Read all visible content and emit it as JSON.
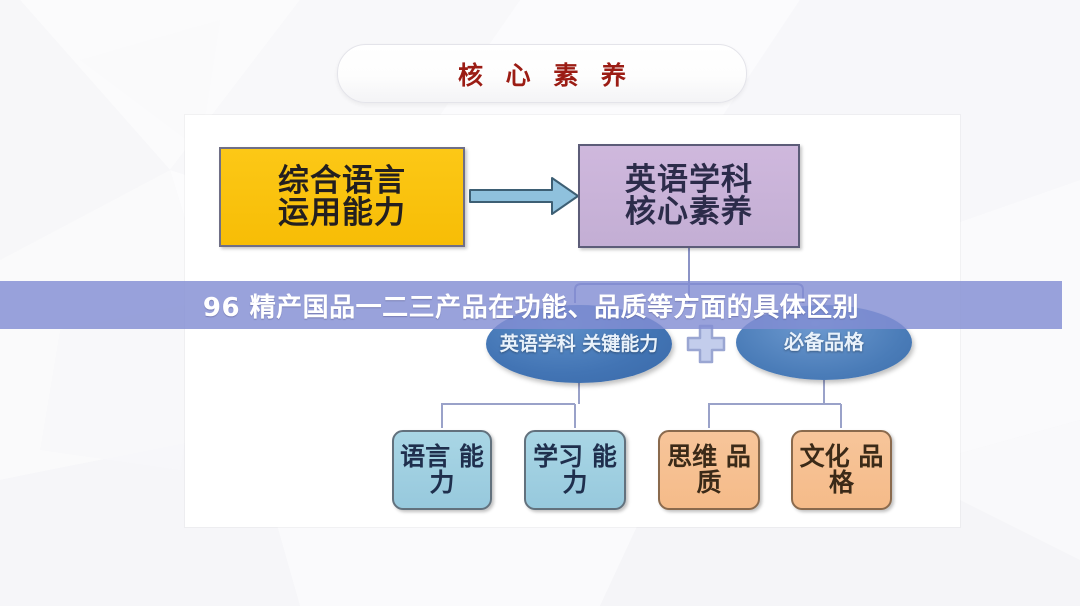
{
  "caption": {
    "text": "96 精产国品一二三产品在功能、品质等方面的具体区别",
    "background_color": "#828ddb",
    "text_color": "#ffffff"
  },
  "title": {
    "text": "核 心 素 养",
    "text_color": "#9b1c14"
  },
  "diagram": {
    "type": "hierarchy",
    "nodes": {
      "source_box": {
        "label": "综合语言\n运用能力",
        "fill": "#fbc412",
        "text_color": "#231f20"
      },
      "target_box": {
        "label": "英语学科\n核心素养",
        "fill": "#c7b0d8",
        "text_color": "#2c2c4a"
      },
      "branch_left": {
        "label": "英语学科\n关键能力",
        "fill": "#4274b4",
        "text_color": "#e9f2fb"
      },
      "branch_right": {
        "label": "必备品格",
        "fill": "#4a7cb8",
        "text_color": "#e9f2fb"
      },
      "operator": {
        "label": "+",
        "fill": "#b9c6e8"
      }
    },
    "leaves": [
      {
        "label": "语言\n能力",
        "fill": "#9fd0e2",
        "text_color": "#1f2f4d",
        "group": "key-ability"
      },
      {
        "label": "学习\n能力",
        "fill": "#9fd0e2",
        "text_color": "#1f2f4d",
        "group": "key-ability"
      },
      {
        "label": "思维\n品质",
        "fill": "#f5bd8c",
        "text_color": "#3b2a18",
        "group": "character"
      },
      {
        "label": "文化\n品格",
        "fill": "#f5bd8c",
        "text_color": "#3b2a18",
        "group": "character"
      }
    ],
    "arrow": {
      "name": "right-arrow",
      "color": "#8fc1dd",
      "direction": "right"
    }
  }
}
